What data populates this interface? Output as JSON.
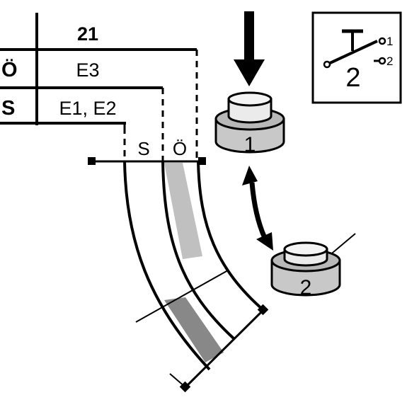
{
  "table": {
    "header": "21",
    "rows": [
      {
        "label": "Ö",
        "value": "E3"
      },
      {
        "label": "S",
        "value": "E1, E2"
      }
    ],
    "column_labels": [
      "S",
      "Ö"
    ]
  },
  "buttons": [
    {
      "label": "1"
    },
    {
      "label": "2"
    }
  ],
  "switch_symbol": {
    "number": "2",
    "contact_1": "1",
    "contact_2": "2"
  },
  "colors": {
    "line": "#000000",
    "light_bar": "#c0c0c0",
    "dark_bar": "#888888",
    "button_top": "#ebebeb",
    "button_body": "#c8c8c8"
  }
}
